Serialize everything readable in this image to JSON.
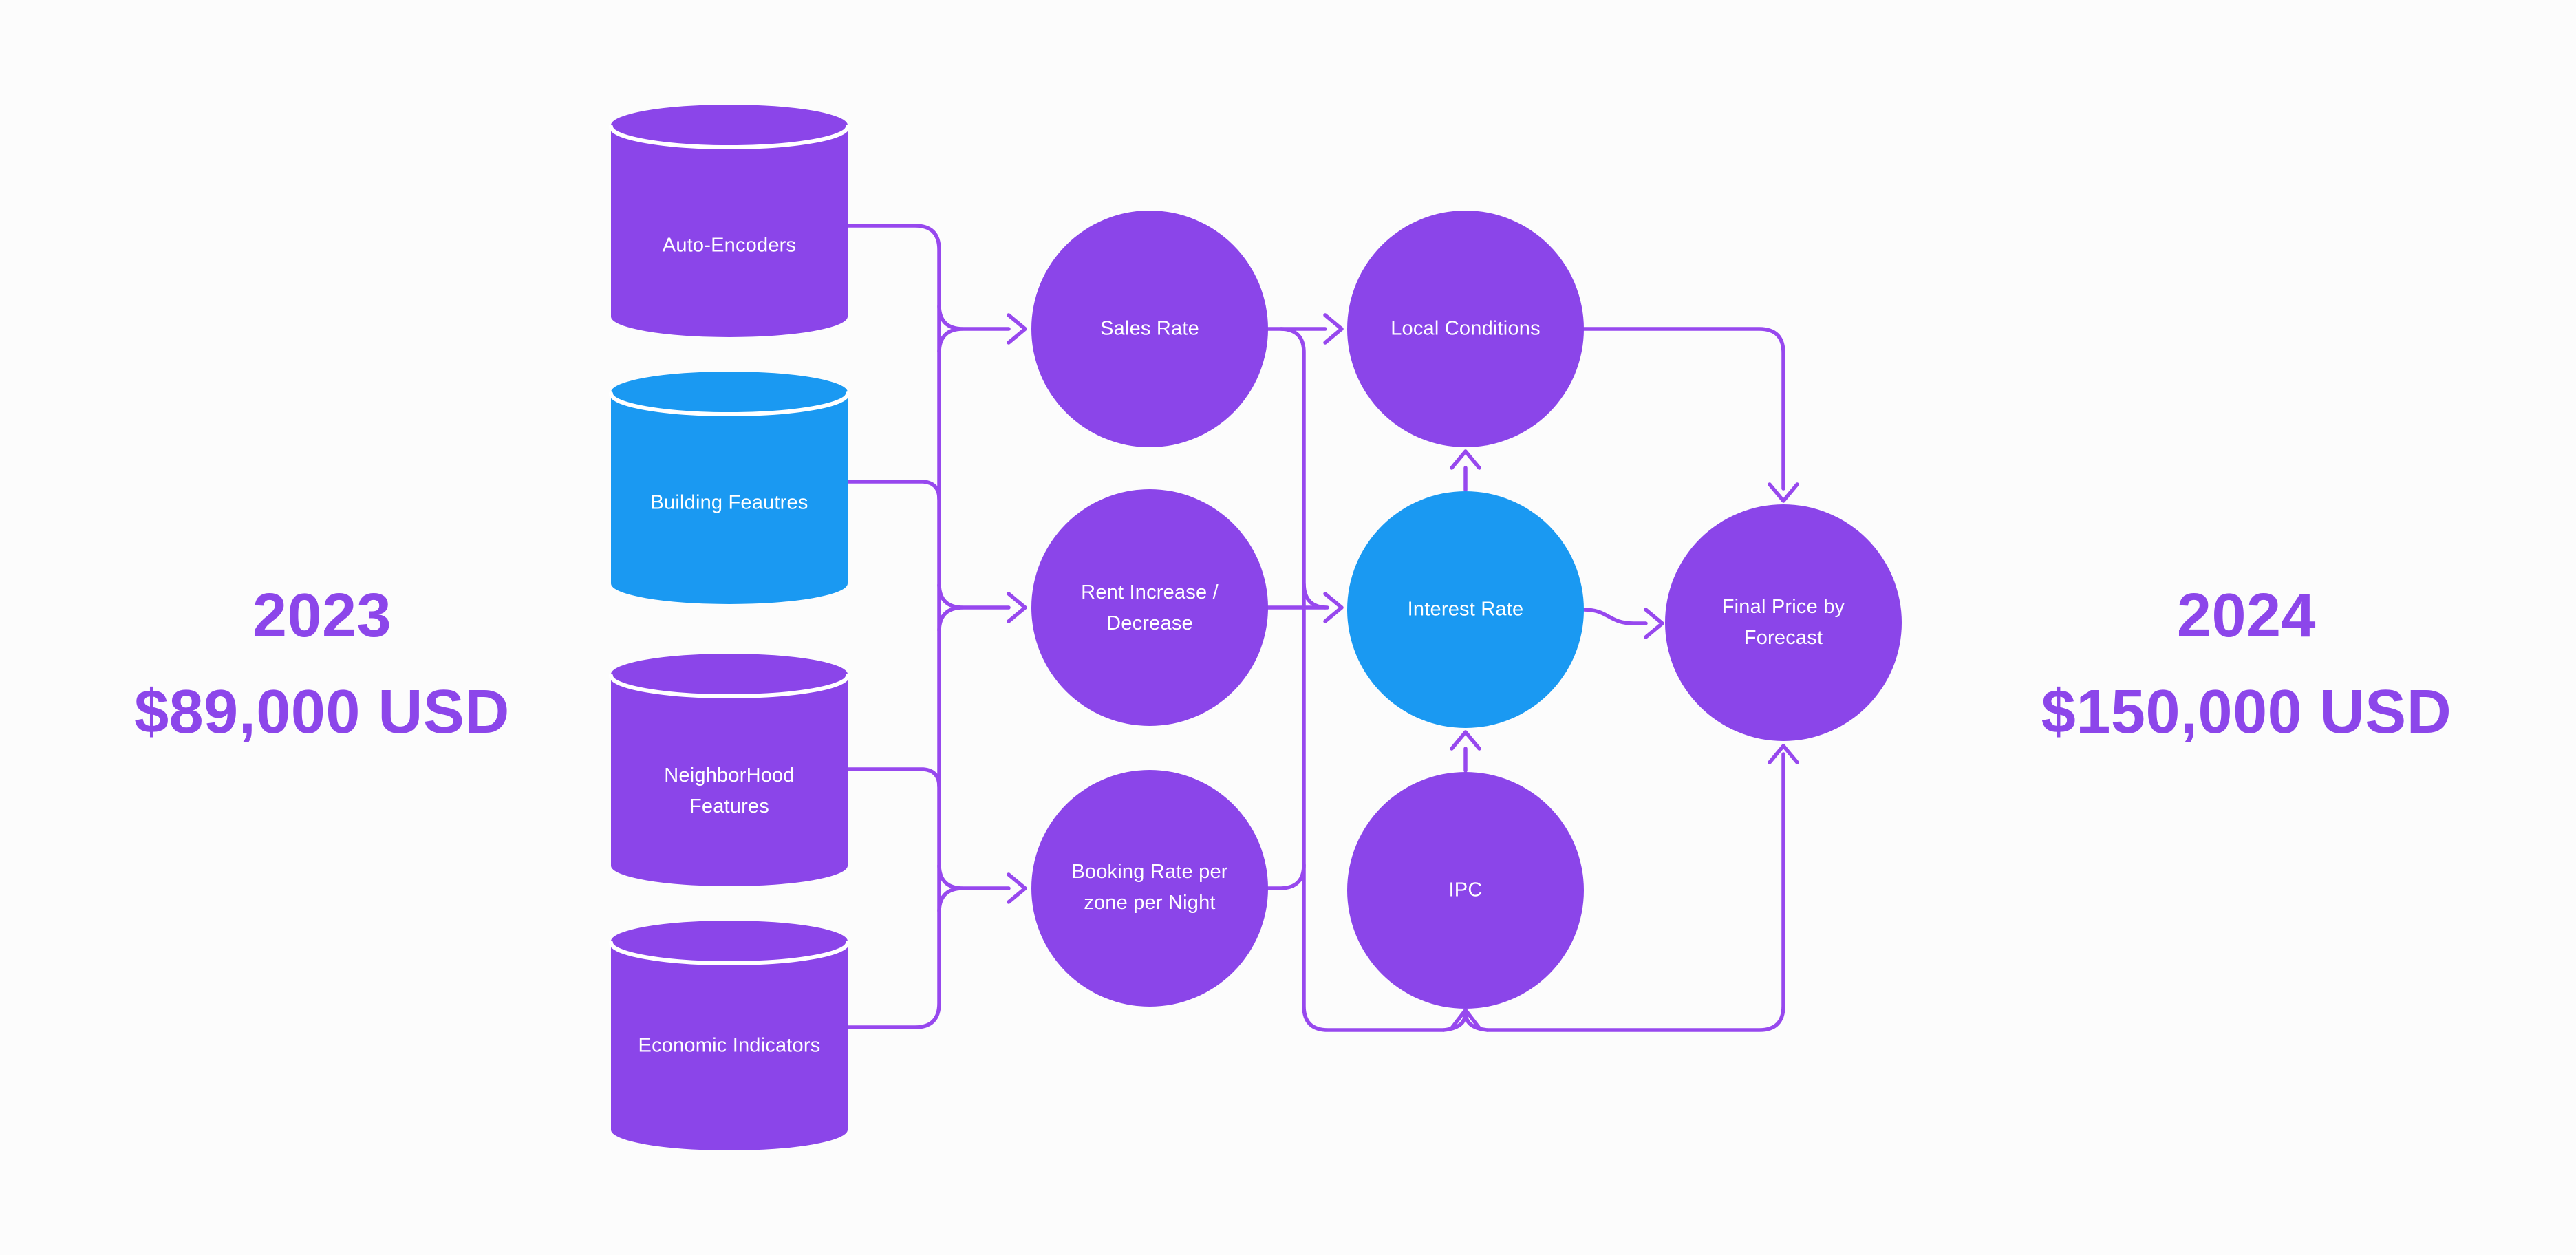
{
  "colors": {
    "purple": "#8b45e9",
    "blue": "#1a99f2",
    "connector": "#9748ee",
    "heading": "#8c46ea",
    "node_text": "#ffffff",
    "background": "#fcfcfc"
  },
  "annotations": {
    "left": {
      "year": "2023",
      "amount": "$89,000 USD"
    },
    "right": {
      "year": "2024",
      "amount": "$150,000 USD"
    }
  },
  "nodes": {
    "auto_encoders": {
      "label": "Auto-Encoders",
      "type": "database",
      "color": "purple"
    },
    "building_features": {
      "label": "Building Feautres",
      "type": "database",
      "color": "blue"
    },
    "neighborhood_features": {
      "label": "NeighborHood\nFeatures",
      "type": "database",
      "color": "purple"
    },
    "economic_indicators": {
      "label": "Economic Indicators",
      "type": "database",
      "color": "purple"
    },
    "sales_rate": {
      "label": "Sales Rate",
      "type": "circle",
      "color": "purple"
    },
    "rent_change": {
      "label": "Rent Increase /\nDecrease",
      "type": "circle",
      "color": "purple"
    },
    "booking_rate": {
      "label": "Booking Rate per\nzone per Night",
      "type": "circle",
      "color": "purple"
    },
    "local_conditions": {
      "label": "Local Conditions",
      "type": "circle",
      "color": "purple"
    },
    "interest_rate": {
      "label": "Interest Rate",
      "type": "circle",
      "color": "blue"
    },
    "ipc": {
      "label": "IPC",
      "type": "circle",
      "color": "purple"
    },
    "final_price": {
      "label": "Final Price by\nForecast",
      "type": "circle",
      "color": "purple"
    }
  },
  "edges": [
    {
      "from": "auto_encoders",
      "to": "sales_rate"
    },
    {
      "from": "building_features",
      "to": "rent_change"
    },
    {
      "from": "neighborhood_features",
      "to": "booking_rate"
    },
    {
      "from": "economic_indicators",
      "to": "booking_rate"
    },
    {
      "from": "sales_rate",
      "to": "local_conditions"
    },
    {
      "from": "rent_change",
      "to": "interest_rate"
    },
    {
      "from": "booking_rate",
      "to": "ipc"
    },
    {
      "from": "ipc",
      "to": "interest_rate"
    },
    {
      "from": "interest_rate",
      "to": "local_conditions"
    },
    {
      "from": "local_conditions",
      "to": "final_price"
    },
    {
      "from": "interest_rate",
      "to": "final_price"
    },
    {
      "from": "booking_rate",
      "to": "final_price"
    }
  ]
}
